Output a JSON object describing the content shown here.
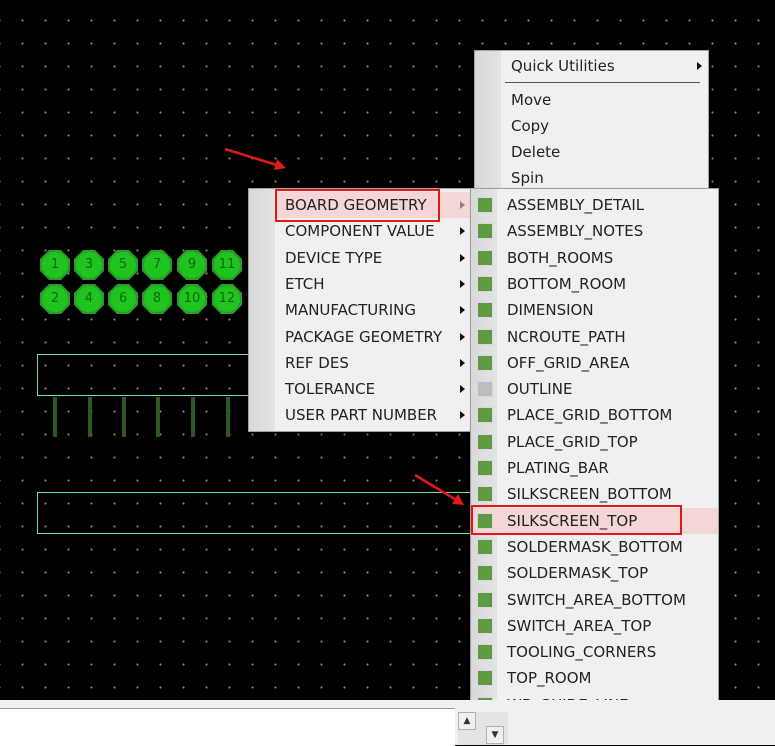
{
  "canvas": {
    "pad_labels_top": [
      "1",
      "3",
      "5",
      "7",
      "9",
      "11"
    ],
    "pad_labels_bottom": [
      "2",
      "4",
      "6",
      "8",
      "10",
      "12"
    ]
  },
  "quick_menu": {
    "items": [
      {
        "label": "Quick Utilities",
        "has_submenu": true
      },
      {
        "label": "Move",
        "has_submenu": false
      },
      {
        "label": "Copy",
        "has_submenu": false
      },
      {
        "label": "Delete",
        "has_submenu": false
      },
      {
        "label": "Spin",
        "has_submenu": false
      }
    ]
  },
  "class_menu": {
    "items": [
      {
        "label": "BOARD GEOMETRY",
        "selected": true
      },
      {
        "label": "COMPONENT VALUE"
      },
      {
        "label": "DEVICE TYPE"
      },
      {
        "label": "ETCH"
      },
      {
        "label": "MANUFACTURING"
      },
      {
        "label": "PACKAGE GEOMETRY"
      },
      {
        "label": "REF DES"
      },
      {
        "label": "TOLERANCE"
      },
      {
        "label": "USER PART NUMBER"
      }
    ]
  },
  "subclass_menu": {
    "items": [
      {
        "label": "ASSEMBLY_DETAIL",
        "color": "#5d9a44"
      },
      {
        "label": "ASSEMBLY_NOTES",
        "color": "#5d9a44"
      },
      {
        "label": "BOTH_ROOMS",
        "color": "#5d9a44"
      },
      {
        "label": "BOTTOM_ROOM",
        "color": "#5d9a44"
      },
      {
        "label": "DIMENSION",
        "color": "#5d9a44"
      },
      {
        "label": "NCROUTE_PATH",
        "color": "#5d9a44"
      },
      {
        "label": "OFF_GRID_AREA",
        "color": "#5d9a44"
      },
      {
        "label": "OUTLINE",
        "color": "#bdbdbd"
      },
      {
        "label": "PLACE_GRID_BOTTOM",
        "color": "#5d9a44"
      },
      {
        "label": "PLACE_GRID_TOP",
        "color": "#5d9a44"
      },
      {
        "label": "PLATING_BAR",
        "color": "#5d9a44"
      },
      {
        "label": "SILKSCREEN_BOTTOM",
        "color": "#5d9a44"
      },
      {
        "label": "SILKSCREEN_TOP",
        "color": "#5d9a44",
        "selected": true
      },
      {
        "label": "SOLDERMASK_BOTTOM",
        "color": "#5d9a44"
      },
      {
        "label": "SOLDERMASK_TOP",
        "color": "#5d9a44"
      },
      {
        "label": "SWITCH_AREA_BOTTOM",
        "color": "#5d9a44"
      },
      {
        "label": "SWITCH_AREA_TOP",
        "color": "#5d9a44"
      },
      {
        "label": "TOOLING_CORNERS",
        "color": "#5d9a44"
      },
      {
        "label": "TOP_ROOM",
        "color": "#5d9a44"
      },
      {
        "label": "WB_GUIDE_LINE",
        "color": "#5d9a44"
      }
    ]
  },
  "colors": {
    "highlight": "#f4d6d6",
    "annotation_red": "#e01919",
    "pad_green": "#1fc41f",
    "outline_teal": "#6fd8bf"
  },
  "watermark": "CSDN @王泉涛"
}
